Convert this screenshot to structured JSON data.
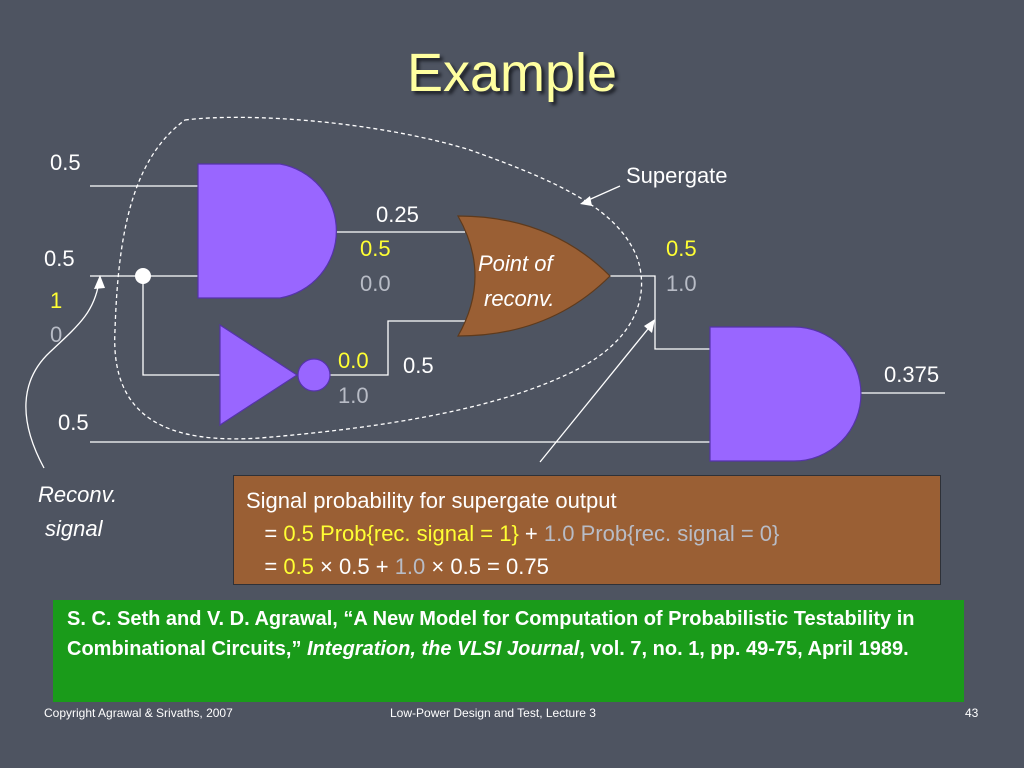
{
  "title": "Example",
  "labels": {
    "in_a": "0.5",
    "in_b": "0.5",
    "in_b_one": "1",
    "in_b_zero": "0",
    "in_c": "0.5",
    "supergate": "Supergate",
    "and_out": "0.25",
    "and_out_yellow": "0.5",
    "and_out_gray": "0.0",
    "not_out_yellow": "0.0",
    "not_out_gray": "1.0",
    "not_out": "0.5",
    "or_out_yellow": "0.5",
    "or_out_gray": "1.0",
    "final_out": "0.375",
    "reconv_line1": "Reconv.",
    "reconv_line2": "signal",
    "point_line1": "Point of",
    "point_line2": "reconv."
  },
  "formula": {
    "line1": "Signal probability for supergate output",
    "l2_eq": "=",
    "l2_y_val": "0.5",
    "l2_y_text": "Prob{rec. signal = 1}",
    "l2_plus": "+",
    "l2_g_val": "1.0",
    "l2_g_text": "Prob{rec. signal = 0}",
    "l3_eq": "=",
    "l3_y_val": "0.5",
    "l3_mid": "× 0.5 +",
    "l3_g_val": "1.0",
    "l3_end": "× 0.5 = 0.75"
  },
  "reference": {
    "part1": "S. C. Seth and V. D. Agrawal, “A New Model for Computation of Probabilistic Testability in Combinational Circuits,” ",
    "journal": "Integration, the VLSI Journal",
    "part2": ", vol. 7, no. 1, pp. 49-75, April 1989."
  },
  "footer": {
    "left": "Copyright Agrawal & Srivaths, 2007",
    "center": "Low-Power Design and Test, Lecture 3",
    "page": "43"
  },
  "colors": {
    "background": "#4e5461",
    "title": "#ffffa0",
    "gate_fill": "#9966ff",
    "or_fill": "#9a5f34",
    "formula_box": "#9a5f34",
    "reference_box": "#1a9b1a",
    "yellow_value": "#ffff33",
    "gray_value": "#b8bcc6"
  }
}
